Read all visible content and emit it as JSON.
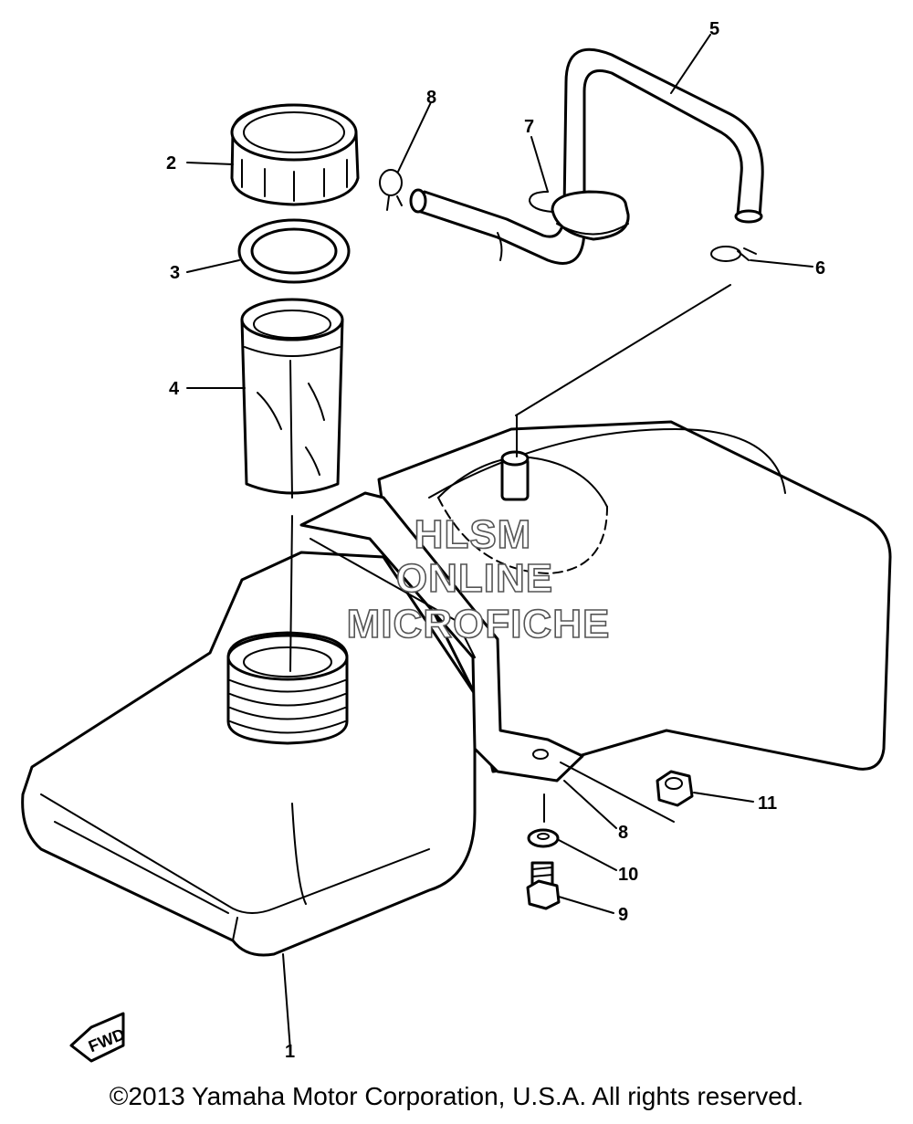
{
  "callouts": {
    "c1": "1",
    "c2": "2",
    "c3": "3",
    "c4": "4",
    "c5": "5",
    "c6": "6",
    "c7": "7",
    "c8a": "8",
    "c8b": "8",
    "c9": "9",
    "c10": "10",
    "c11": "11"
  },
  "watermark": {
    "line1": "HLSM",
    "line2": "ONLINE",
    "line3": "MICROFICHE"
  },
  "fwd_label": "FWD",
  "copyright": "©2013 Yamaha Motor Corporation, U.S.A. All rights reserved."
}
